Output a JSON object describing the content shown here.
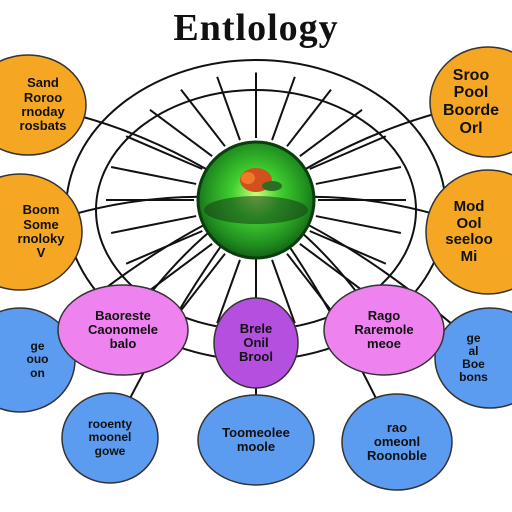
{
  "title": "Entlology",
  "colors": {
    "orange": "#f5a623",
    "pink": "#ee82ee",
    "purple": "#b44fe0",
    "blue": "#5b9bf0",
    "center_green": "#2fb52f"
  },
  "nodes": [
    {
      "id": "left-top",
      "color": "orange",
      "label": "Sand\nRoroo\nrnoday\nrosbats"
    },
    {
      "id": "left-mid",
      "color": "orange",
      "label": "Boom\nSome\nrnoloky\nV"
    },
    {
      "id": "right-top",
      "color": "orange",
      "label": "Sroo\nPool\nBoorde\nOrl"
    },
    {
      "id": "right-mid",
      "color": "orange",
      "label": "Mod\nOol\nseeloo\nMi"
    },
    {
      "id": "left-low",
      "color": "blue",
      "label": "ge\nouo\non"
    },
    {
      "id": "right-low",
      "color": "blue",
      "label": "ge\nal\nBoe\nbons"
    },
    {
      "id": "mid-left",
      "color": "pink",
      "label": "Baoreste\nCaonomele\nbalo"
    },
    {
      "id": "mid-center",
      "color": "purple",
      "label": "Brele\nOnil\nBrool"
    },
    {
      "id": "mid-right",
      "color": "pink",
      "label": "Rago\nRaremole\nmeoe"
    },
    {
      "id": "bot-left",
      "color": "blue",
      "label": "rooenty\nmoonel\ngowe"
    },
    {
      "id": "bot-center",
      "color": "blue",
      "label": "Toomeolee\nmoole"
    },
    {
      "id": "bot-right",
      "color": "blue",
      "label": "rao\nomeonl\nRoonoble"
    }
  ]
}
